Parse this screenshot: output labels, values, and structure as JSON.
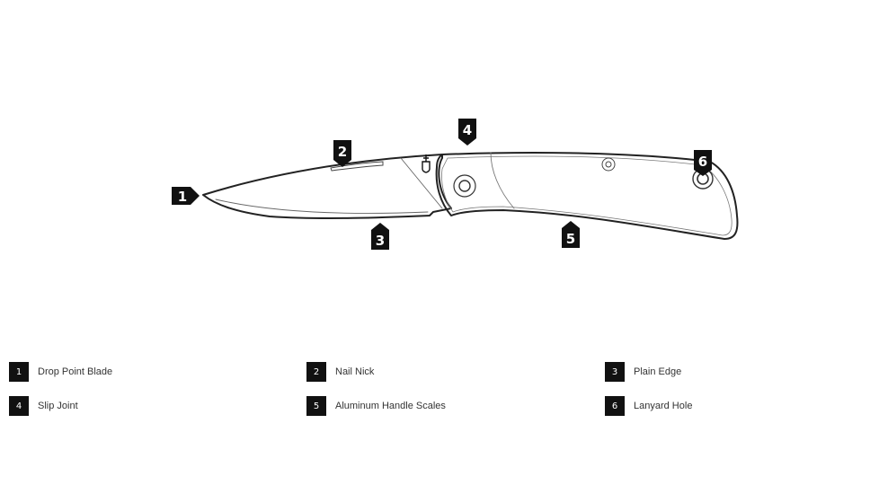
{
  "callouts": [
    "1",
    "2",
    "3",
    "4",
    "5",
    "6"
  ],
  "legend": [
    {
      "num": "1",
      "label": "Drop Point Blade"
    },
    {
      "num": "2",
      "label": "Nail Nick"
    },
    {
      "num": "3",
      "label": "Plain Edge"
    },
    {
      "num": "4",
      "label": "Slip Joint"
    },
    {
      "num": "5",
      "label": "Aluminum Handle Scales"
    },
    {
      "num": "6",
      "label": "Lanyard Hole"
    }
  ],
  "colors": {
    "ink": "#111111",
    "line": "#222222",
    "background": "#ffffff"
  }
}
